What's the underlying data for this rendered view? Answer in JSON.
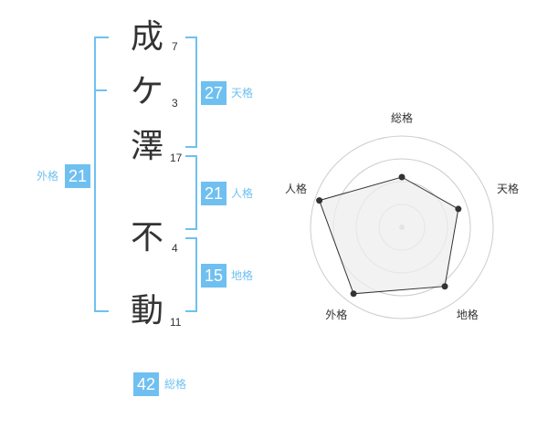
{
  "name": {
    "characters": [
      {
        "char": "成",
        "strokes": "7"
      },
      {
        "char": "ケ",
        "strokes": "3"
      },
      {
        "char": "澤",
        "strokes": "17"
      },
      {
        "char": "不",
        "strokes": "4"
      },
      {
        "char": "動",
        "strokes": "11"
      }
    ]
  },
  "fortunes": {
    "tenkaku": {
      "value": "27",
      "label": "天格"
    },
    "jinkaku": {
      "value": "21",
      "label": "人格"
    },
    "chikaku": {
      "value": "15",
      "label": "地格"
    },
    "gaikaku": {
      "value": "21",
      "label": "外格"
    },
    "soukaku": {
      "value": "42",
      "label": "総格"
    }
  },
  "chart_data": {
    "type": "radar",
    "axes": [
      "総格",
      "天格",
      "地格",
      "外格",
      "人格"
    ],
    "values": [
      0.55,
      0.65,
      0.8,
      0.9,
      0.95
    ],
    "range": [
      0,
      1
    ],
    "rings": 4,
    "colors": {
      "fill": "#eeeeee",
      "line": "#333333",
      "ring": "#cccccc",
      "point": "#333333"
    }
  }
}
